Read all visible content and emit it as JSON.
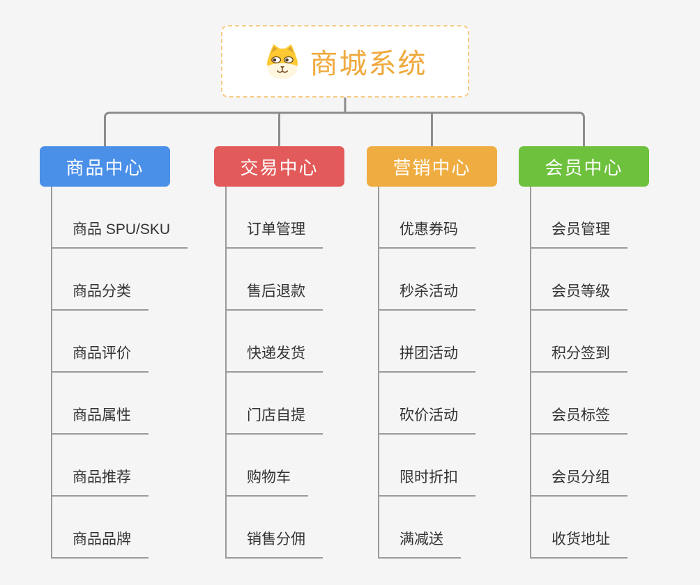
{
  "page": {
    "background": "#f5f5f6"
  },
  "root": {
    "title": "商城系统",
    "icon": "dog-face-icon",
    "title_color": "#efa93d",
    "border_color": "#f6cb84"
  },
  "connector_color": "#8c8c8c",
  "line_color": "#9a9a9a",
  "branches": [
    {
      "label": "商品中心",
      "color": "#4a8fe8",
      "items": [
        "商品 SPU/SKU",
        "商品分类",
        "商品评价",
        "商品属性",
        "商品推荐",
        "商品品牌"
      ]
    },
    {
      "label": "交易中心",
      "color": "#e35a5a",
      "items": [
        "订单管理",
        "售后退款",
        "快递发货",
        "门店自提",
        "购物车",
        "销售分佣"
      ]
    },
    {
      "label": "营销中心",
      "color": "#efad41",
      "items": [
        "优惠券码",
        "秒杀活动",
        "拼团活动",
        "砍价活动",
        "限时折扣",
        "满减送"
      ]
    },
    {
      "label": "会员中心",
      "color": "#6ec13d",
      "items": [
        "会员管理",
        "会员等级",
        "积分签到",
        "会员标签",
        "会员分组",
        "收货地址"
      ]
    }
  ]
}
